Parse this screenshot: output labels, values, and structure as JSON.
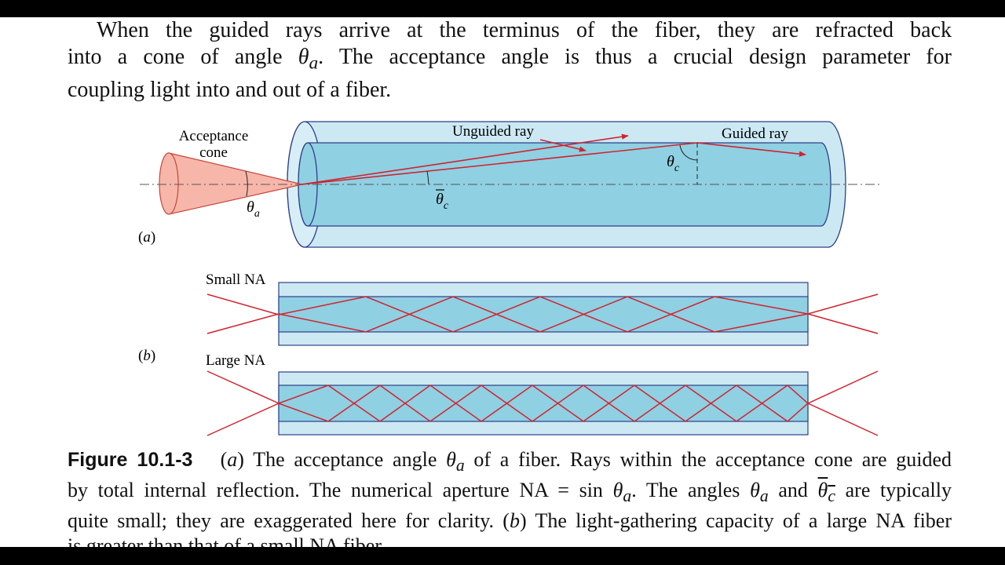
{
  "paragraph": {
    "line1": "When the guided rays arrive at the terminus of the fiber, they are refracted back",
    "line2a": "into a cone of angle ",
    "line2_theta": "θ",
    "line2_sub": "a",
    "line2b": ". The acceptance angle is thus a crucial design parameter for",
    "line3": "coupling light into and out of a fiber."
  },
  "figure": {
    "part_a": {
      "panel_label": "(a)",
      "acceptance_line1": "Acceptance",
      "acceptance_line2": "cone",
      "unguided_label": "Unguided ray",
      "guided_label": "Guided ray",
      "theta_symbol": "θ",
      "theta_a_sub": "a",
      "theta_c_sub": "c",
      "theta_bar_symbol": "θ",
      "theta_bar_sub": "c"
    },
    "part_b": {
      "panel_label": "(b)",
      "small_na_label": "Small NA",
      "large_na_label": "Large NA"
    },
    "colors": {
      "cladding": "#cce9f3",
      "core": "#8fd0e2",
      "outline": "#2e3f8a",
      "ray": "#d0232f",
      "cone_fill": "#f6b7aa",
      "cone_stroke": "#c8453a",
      "axis": "#555555"
    }
  },
  "caption": {
    "label": "Figure 10.1-3",
    "l1a": "(",
    "l1_a": "a",
    "l1b": ") The acceptance angle ",
    "l1_theta": "θ",
    "l1_sub": "a",
    "l1c": " of a fiber. Rays within the acceptance cone are guided",
    "l2a": "by total internal reflection. The numerical aperture ",
    "l2_na": "NA",
    "l2_eq": " = sin ",
    "l2_theta": "θ",
    "l2_sub": "a",
    "l2b": ". The angles ",
    "l2_theta2": "θ",
    "l2_sub2": "a",
    "l2c": " and ",
    "l2_theta3": "θ",
    "l2_sub3": "c",
    "l2d": " are typically",
    "l3a": "quite small; they are exaggerated here for clarity. (",
    "l3_b": "b",
    "l3b": ") The light-gathering capacity of a large NA fiber",
    "l4": "is greater than that of a small NA fiber."
  }
}
